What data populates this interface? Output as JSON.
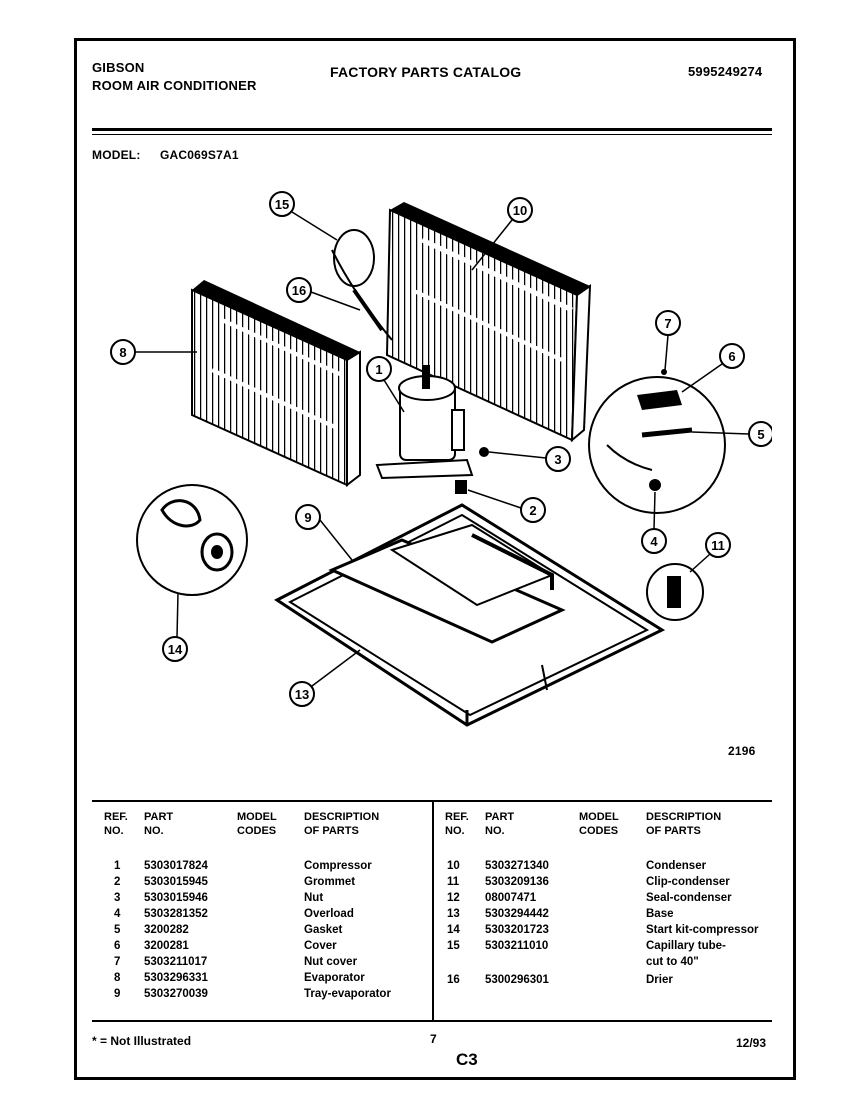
{
  "header": {
    "brand": "GIBSON",
    "product": "ROOM AIR CONDITIONER",
    "catalog_title": "FACTORY PARTS CATALOG",
    "catalog_number": "5995249274",
    "model_label": "MODEL:",
    "model_value": "GAC069S7A1"
  },
  "diagram": {
    "figure_number": "2196",
    "callouts": [
      "1",
      "2",
      "3",
      "4",
      "5",
      "6",
      "7",
      "8",
      "9",
      "10",
      "11",
      "13",
      "14",
      "15",
      "16"
    ]
  },
  "table": {
    "columns": {
      "ref_1": "REF.",
      "ref_2": "NO.",
      "part_1": "PART",
      "part_2": "NO.",
      "model_1": "MODEL",
      "model_2": "CODES",
      "desc_1": "DESCRIPTION",
      "desc_2": "OF PARTS"
    },
    "left_rows": [
      {
        "ref": "1",
        "part": "5303017824",
        "desc": "Compressor"
      },
      {
        "ref": "2",
        "part": "5303015945",
        "desc": "Grommet"
      },
      {
        "ref": "3",
        "part": "5303015946",
        "desc": "Nut"
      },
      {
        "ref": "4",
        "part": "5303281352",
        "desc": "Overload"
      },
      {
        "ref": "5",
        "part": "3200282",
        "desc": "Gasket"
      },
      {
        "ref": "6",
        "part": "3200281",
        "desc": "Cover"
      },
      {
        "ref": "7",
        "part": "5303211017",
        "desc": "Nut cover"
      },
      {
        "ref": "8",
        "part": "5303296331",
        "desc": "Evaporator"
      },
      {
        "ref": "9",
        "part": "5303270039",
        "desc": "Tray-evaporator"
      }
    ],
    "right_rows": [
      {
        "ref": "10",
        "part": "5303271340",
        "desc": "Condenser"
      },
      {
        "ref": "11",
        "part": "5303209136",
        "desc": "Clip-condenser"
      },
      {
        "ref": "12",
        "part": "08007471",
        "desc": "Seal-condenser"
      },
      {
        "ref": "13",
        "part": "5303294442",
        "desc": "Base"
      },
      {
        "ref": "14",
        "part": "5303201723",
        "desc": "Start kit-compressor"
      },
      {
        "ref": "15",
        "part": "5303211010",
        "desc": "Capillary tube-"
      },
      {
        "ref": "",
        "part": "",
        "desc": "cut to 40\""
      },
      {
        "ref": "16",
        "part": "5300296301",
        "desc": "Drier"
      }
    ]
  },
  "footer": {
    "note": "* = Not Illustrated",
    "mark": "7",
    "page": "C3",
    "date": "12/93"
  }
}
